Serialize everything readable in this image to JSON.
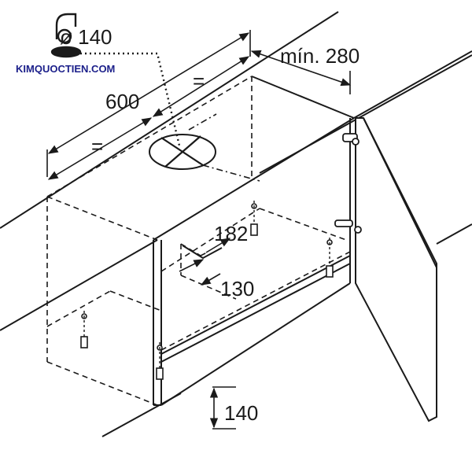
{
  "watermark": {
    "text": "KIMQUOCTIEN.COM",
    "logo_icon": "faucet-logo-icon"
  },
  "dimensions": {
    "duct_diameter": "ø 140",
    "width": "600",
    "half_left": "=",
    "half_right": "=",
    "min_depth": "mín. 280",
    "cutout_depth": "182",
    "cutout_width": "130",
    "bottom_height": "140"
  },
  "colors": {
    "line": "#1a1a1a",
    "background": "#ffffff",
    "brand": "#1b1f8a"
  }
}
